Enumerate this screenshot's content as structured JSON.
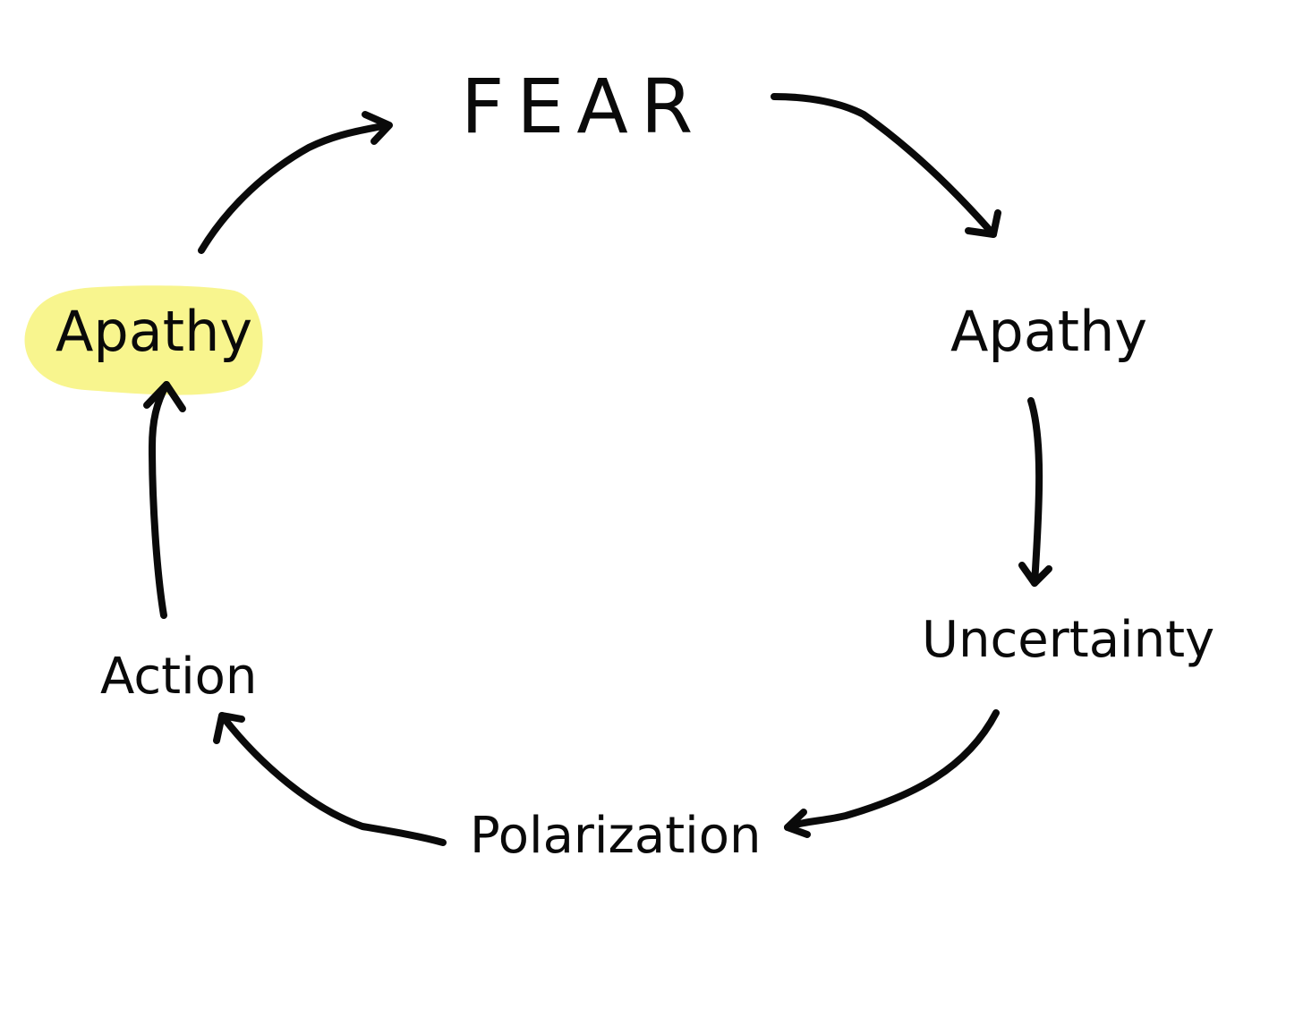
{
  "diagram": {
    "colors": {
      "ink": "#0a0a0a",
      "highlight": "#f8f58e",
      "background": "#ffffff"
    },
    "nodes": {
      "fear": "FEAR",
      "apathy_right": "Apathy",
      "uncertainty": "Uncertainty",
      "polarization": "Polarization",
      "action": "Action",
      "apathy_left": "Apathy"
    },
    "highlighted_node": "apathy_left"
  }
}
